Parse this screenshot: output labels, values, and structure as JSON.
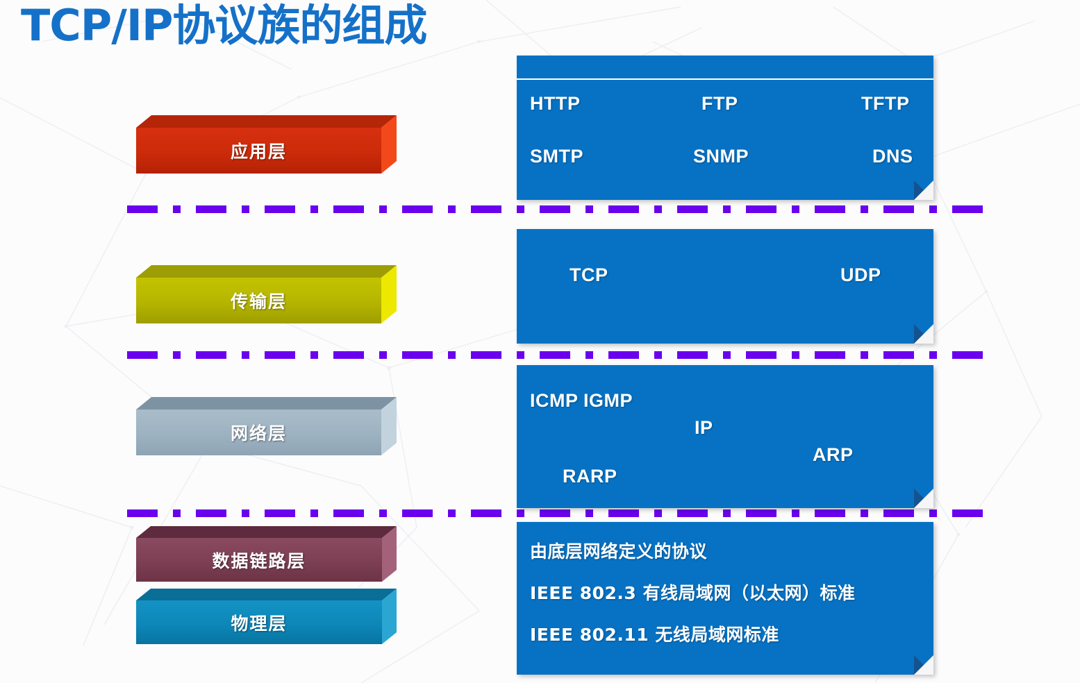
{
  "slide": {
    "title": "TCP/IP协议族的组成",
    "title_color": "#1571c8",
    "background_color": "#fcfcfd",
    "panel_color": "#0772c4",
    "separator_color": "#6a00ee"
  },
  "layers": [
    {
      "id": "application",
      "label": "应用层",
      "front_color": "#cc2b0a",
      "top_color": "#b52508",
      "side_color": "#f3491a"
    },
    {
      "id": "transport",
      "label": "传输层",
      "front_color": "#b5b500",
      "top_color": "#9d9d05",
      "side_color": "#ece800"
    },
    {
      "id": "network",
      "label": "网络层",
      "front_color": "#9db2c1",
      "top_color": "#7d93a4",
      "side_color": "#c3d3de"
    },
    {
      "id": "datalink",
      "label": "数据链路层",
      "front_color": "#7d3f54",
      "top_color": "#5d2b3d",
      "side_color": "#a36279"
    },
    {
      "id": "physical",
      "label": "物理层",
      "front_color": "#0d87b8",
      "top_color": "#0a6e97",
      "side_color": "#2ba6d2"
    }
  ],
  "panels": {
    "application": {
      "protocols_row1": [
        "HTTP",
        "FTP",
        "TFTP"
      ],
      "protocols_row2": [
        "SMTP",
        "SNMP",
        "DNS"
      ]
    },
    "transport": {
      "protocols": [
        "TCP",
        "UDP"
      ]
    },
    "network": {
      "protocols": [
        "ICMP  IGMP",
        "IP",
        "ARP",
        "RARP"
      ]
    },
    "link_physical": {
      "lines": [
        "由底层网络定义的协议",
        "IEEE 802.3 有线局域网（以太网）标准",
        "IEEE 802.11 无线局域网标准"
      ]
    }
  }
}
